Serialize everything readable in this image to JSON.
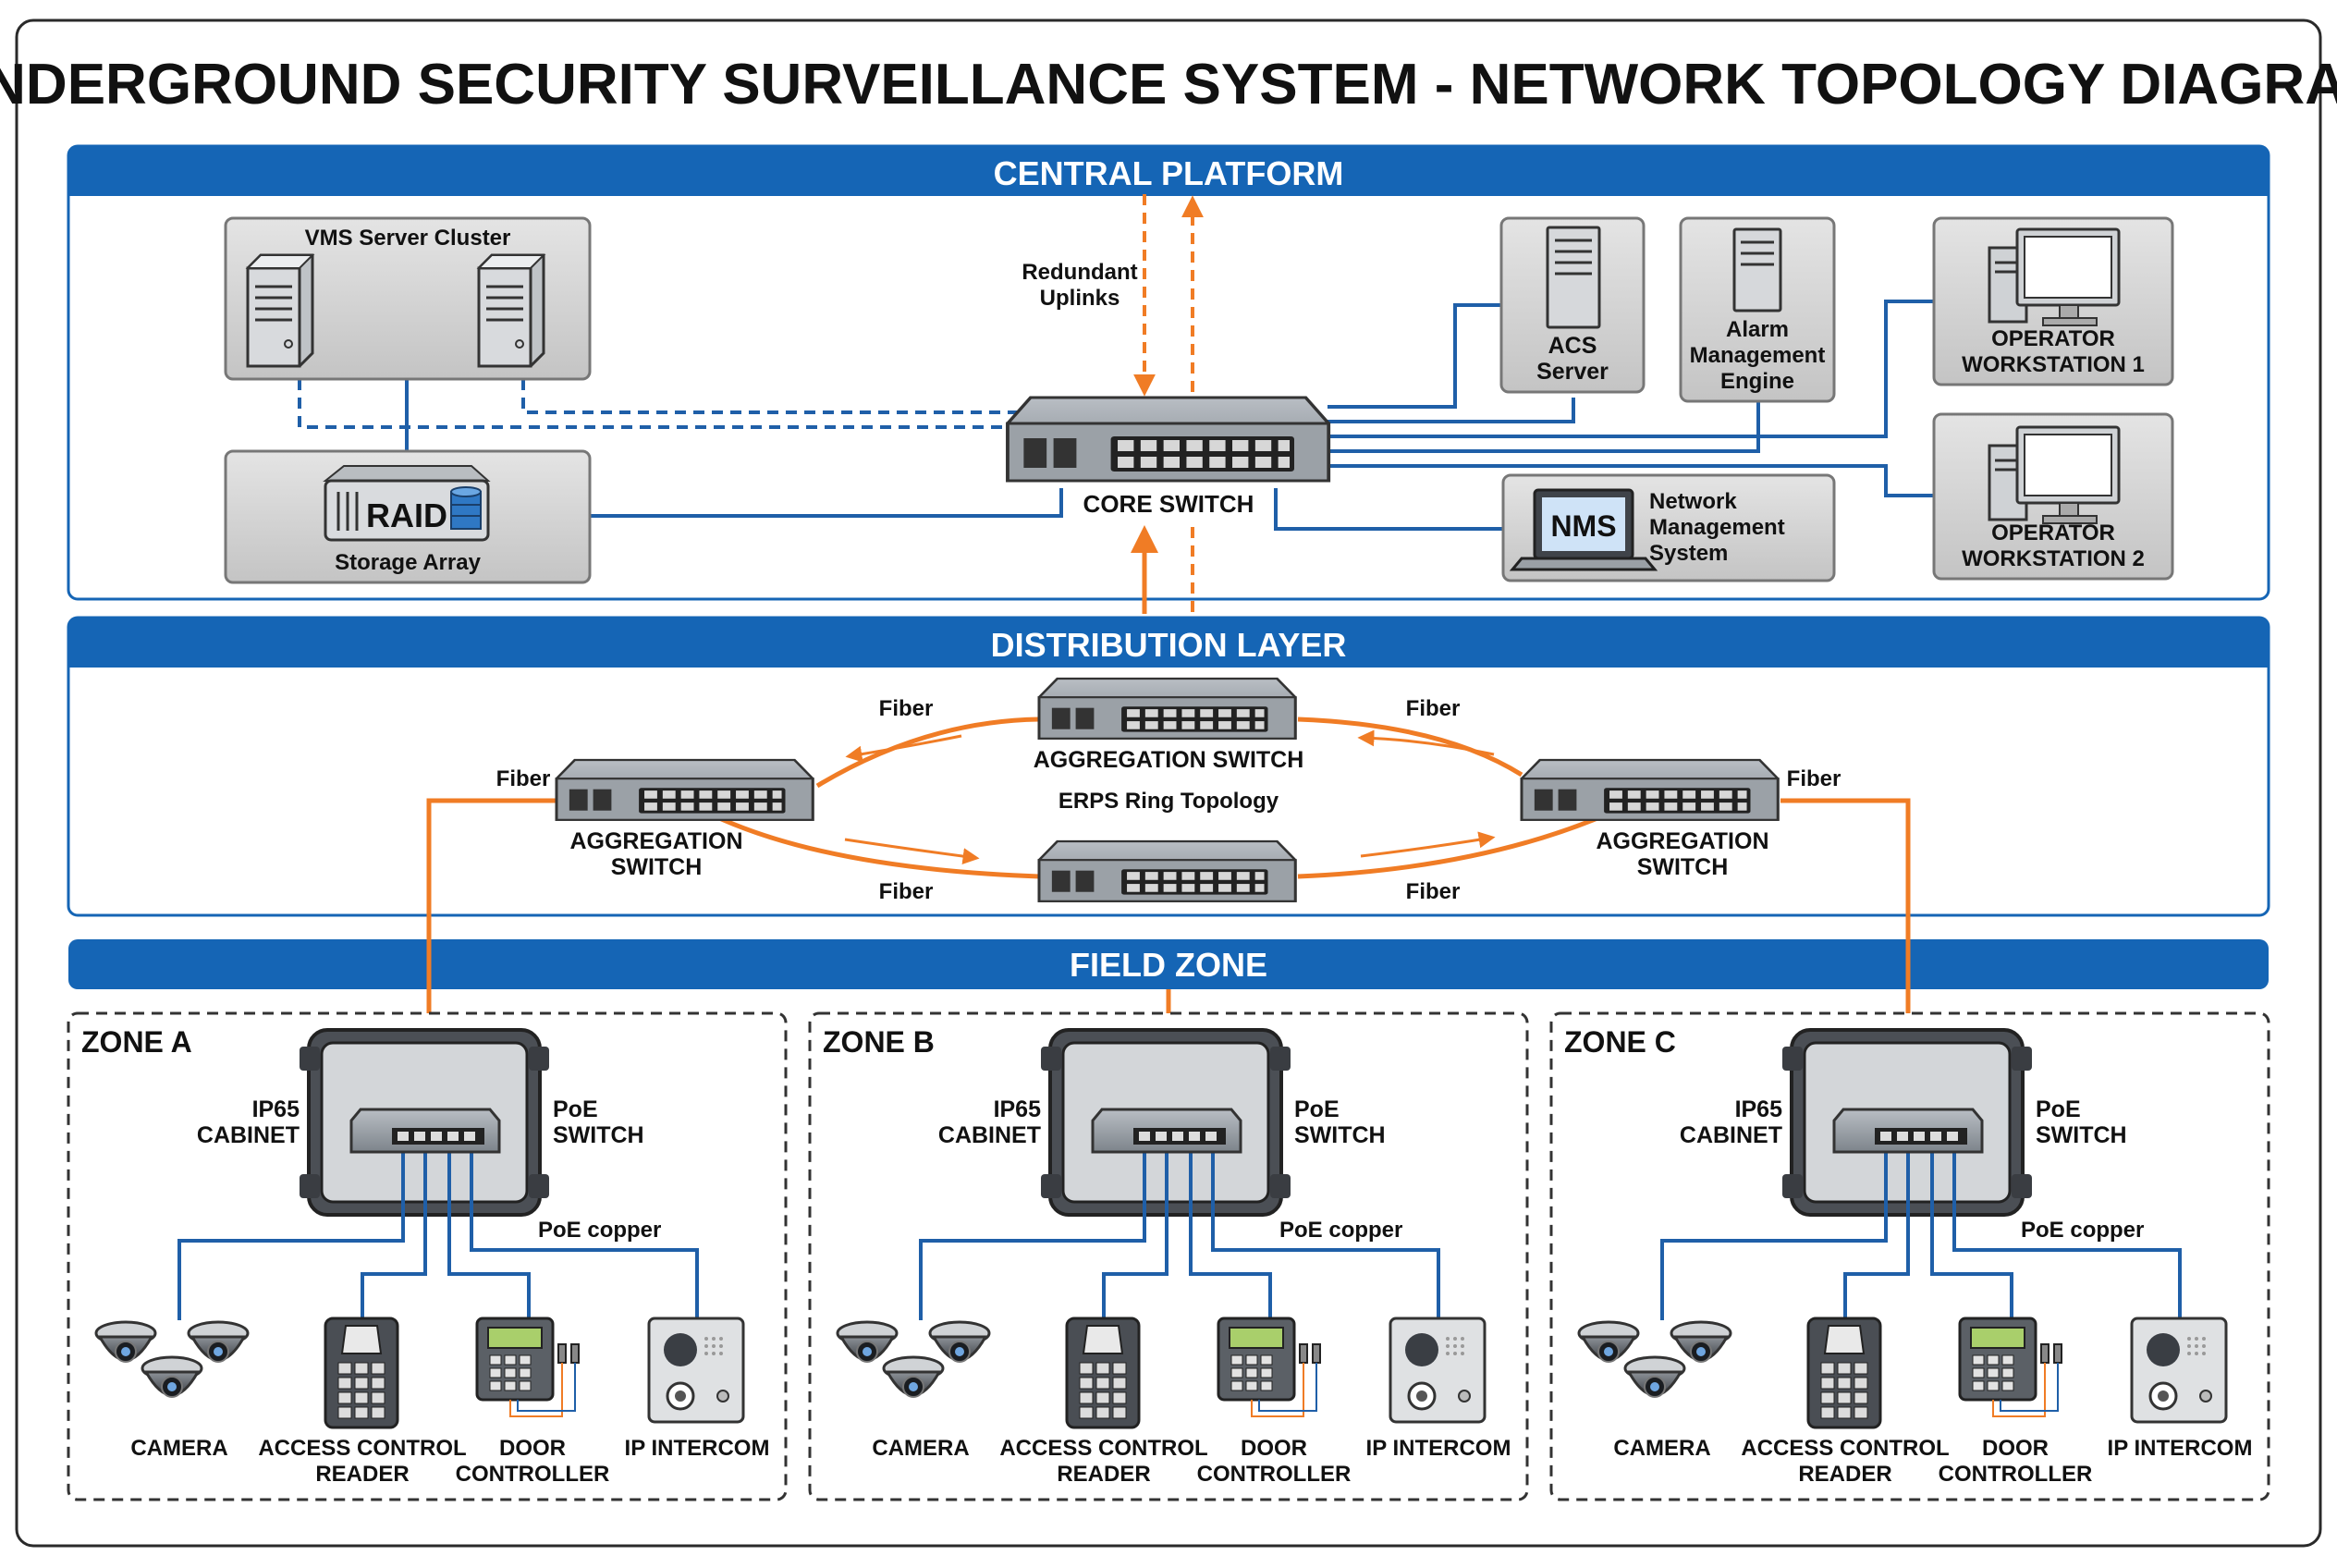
{
  "title": "UNDERGROUND SECURITY SURVEILLANCE SYSTEM - NETWORK TOPOLOGY DIAGRAM",
  "colors": {
    "band_blue": "#1565b5",
    "fiber_orange": "#f07c25",
    "copper_blue": "#1f5fa8",
    "device_gray": "#d4d4d4",
    "switch_gray": "#9aa0a6",
    "frame_dark": "#333333"
  },
  "sections": {
    "central": "CENTRAL PLATFORM",
    "distribution": "DISTRIBUTION LAYER",
    "field": "FIELD ZONE"
  },
  "central": {
    "vms_cluster": "VMS Server Cluster",
    "raid_text": "RAID",
    "storage_label": "Storage Array",
    "redundant_line1": "Redundant",
    "redundant_line2": "Uplinks",
    "core_switch": "CORE SWITCH",
    "acs_line1": "ACS",
    "acs_line2": "Server",
    "alarm_line1": "Alarm",
    "alarm_line2": "Management",
    "alarm_line3": "Engine",
    "nms_badge": "NMS",
    "nms_line1": "Network",
    "nms_line2": "Management",
    "nms_line3": "System",
    "op1_line1": "OPERATOR",
    "op1_line2": "WORKSTATION 1",
    "op2_line1": "OPERATOR",
    "op2_line2": "WORKSTATION 2"
  },
  "distribution": {
    "agg_top": "AGGREGATION SWITCH",
    "ring_label": "ERPS Ring Topology",
    "agg_left_line1": "AGGREGATION",
    "agg_left_line2": "SWITCH",
    "agg_right_line1": "AGGREGATION",
    "agg_right_line2": "SWITCH",
    "fiber": "Fiber"
  },
  "zones": [
    {
      "name": "ZONE A",
      "cabinet_line1": "IP65",
      "cabinet_line2": "CABINET",
      "poe_line1": "PoE",
      "poe_line2": "SWITCH",
      "poe_copper": "PoE copper",
      "devices": {
        "camera": "CAMERA",
        "acr_line1": "ACCESS CONTROL",
        "acr_line2": "READER",
        "door_line1": "DOOR",
        "door_line2": "CONTROLLER",
        "intercom": "IP INTERCOM"
      }
    },
    {
      "name": "ZONE B",
      "cabinet_line1": "IP65",
      "cabinet_line2": "CABINET",
      "poe_line1": "PoE",
      "poe_line2": "SWITCH",
      "poe_copper": "PoE copper",
      "devices": {
        "camera": "CAMERA",
        "acr_line1": "ACCESS CONTROL",
        "acr_line2": "READER",
        "door_line1": "DOOR",
        "door_line2": "CONTROLLER",
        "intercom": "IP INTERCOM"
      }
    },
    {
      "name": "ZONE C",
      "cabinet_line1": "IP65",
      "cabinet_line2": "CABINET",
      "poe_line1": "PoE",
      "poe_line2": "SWITCH",
      "poe_copper": "PoE copper",
      "devices": {
        "camera": "CAMERA",
        "acr_line1": "ACCESS CONTROL",
        "acr_line2": "READER",
        "door_line1": "DOOR",
        "door_line2": "CONTROLLER",
        "intercom": "IP INTERCOM"
      }
    }
  ]
}
